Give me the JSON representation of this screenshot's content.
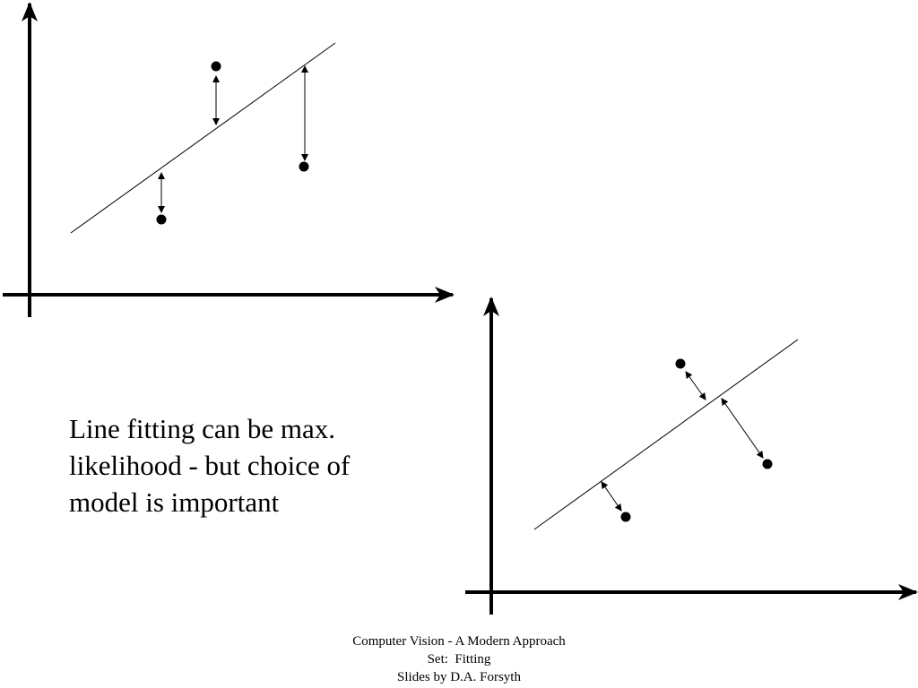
{
  "slide_text": {
    "line1": "Line fitting can be max.",
    "line2": "likelihood - but choice of",
    "line3": "model is important"
  },
  "footer": {
    "line1": "Computer Vision - A Modern Approach",
    "line2": "Set:  Fitting",
    "line3": "Slides by D.A. Forsyth"
  },
  "colors": {
    "ink": "#000000",
    "background": "#ffffff"
  }
}
